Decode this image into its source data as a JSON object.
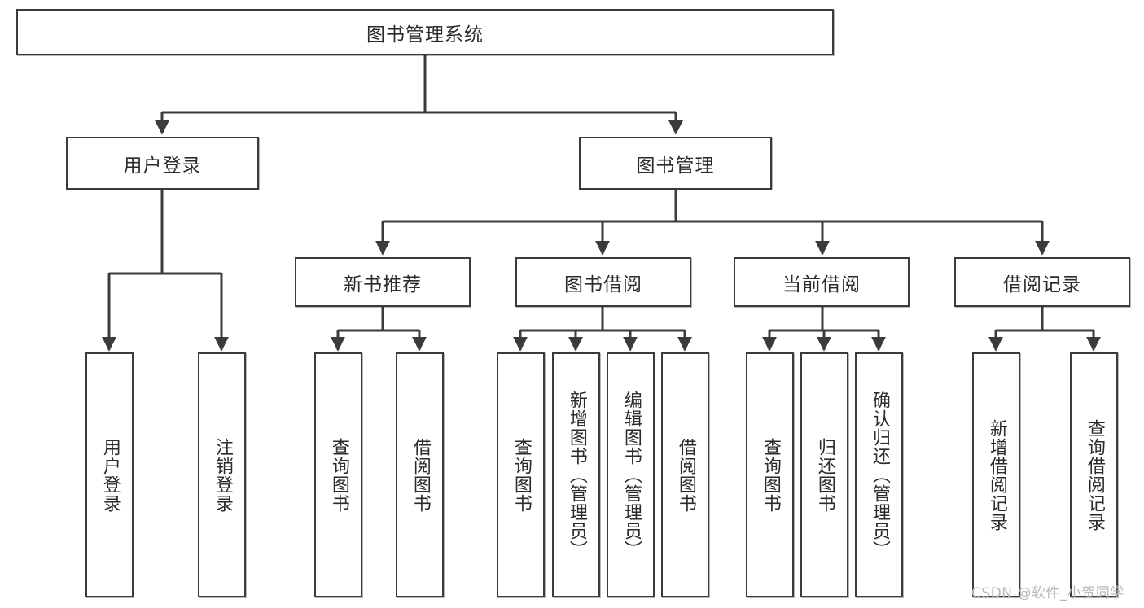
{
  "diagram": {
    "type": "tree-flowchart",
    "title_node": {
      "label": "图书管理系统"
    },
    "level2": [
      {
        "label": "用户登录"
      },
      {
        "label": "图书管理"
      }
    ],
    "level3": [
      {
        "label": "新书推荐"
      },
      {
        "label": "图书借阅"
      },
      {
        "label": "当前借阅"
      },
      {
        "label": "借阅记录"
      }
    ],
    "leaves": {
      "user_login": [
        {
          "label": "用户登录"
        },
        {
          "label": "注销登录"
        }
      ],
      "new_book_recommend": [
        {
          "label": "查询图书"
        },
        {
          "label": "借阅图书"
        }
      ],
      "book_borrow": [
        {
          "label": "查询图书"
        },
        {
          "label": "新增图书（管理员）"
        },
        {
          "label": "编辑图书（管理员）"
        },
        {
          "label": "借阅图书"
        }
      ],
      "current_borrow": [
        {
          "label": "查询图书"
        },
        {
          "label": "归还图书"
        },
        {
          "label": "确认归还（管理员）"
        }
      ],
      "borrow_record": [
        {
          "label": "新增借阅记录"
        },
        {
          "label": "查询借阅记录"
        }
      ]
    }
  },
  "watermark": {
    "text": "CSDN @软件_小贺同学"
  },
  "colors": {
    "stroke": "#3b3b3b",
    "fill": "#ffffff",
    "text": "#2b2b2b",
    "watermark": "#b9b9b9"
  }
}
